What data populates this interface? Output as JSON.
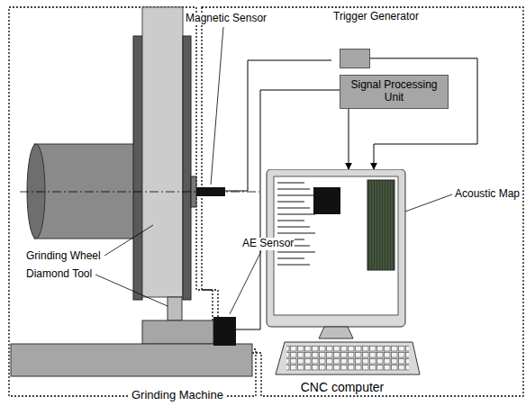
{
  "diagram": {
    "nodes": [
      {
        "text": [
          "Grinding Machine"
        ]
      },
      {
        "text": [
          "Trigger Generator"
        ]
      },
      {
        "text": [
          "Signal Processing Unit"
        ]
      },
      {
        "text": [
          "CNC computer"
        ]
      }
    ],
    "edges": [
      {
        "from": 1,
        "to": 3,
        "arrow": "to"
      },
      {
        "from": 2,
        "to": 3,
        "arrow": "to"
      }
    ],
    "labels": [
      "Magnetic Sensor",
      "AE Sensor",
      "Grinding Wheel",
      "Diamond Tool",
      "Acoustic Map"
    ]
  }
}
